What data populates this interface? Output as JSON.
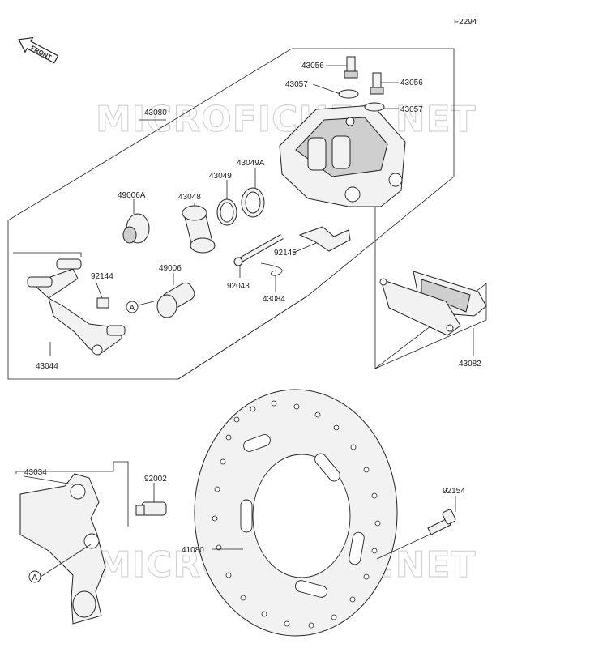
{
  "figure_code": "F2294",
  "front_label": "FRONT",
  "watermark": "MICROFICHES.NET",
  "callout_marker": "A",
  "labels": {
    "p43056_left": "43056",
    "p43056_right": "43056",
    "p43057_left": "43057",
    "p43057_right": "43057",
    "p43080": "43080",
    "p43049A": "43049A",
    "p43049": "43049",
    "p43048": "43048",
    "p49006A": "49006A",
    "p92144": "92144",
    "p49006": "49006",
    "p92145": "92145",
    "p92043": "92043",
    "p43084": "43084",
    "p43044": "43044",
    "p43082": "43082",
    "p43034": "43034",
    "p92002": "92002",
    "p92154": "92154",
    "p41080": "41080"
  }
}
